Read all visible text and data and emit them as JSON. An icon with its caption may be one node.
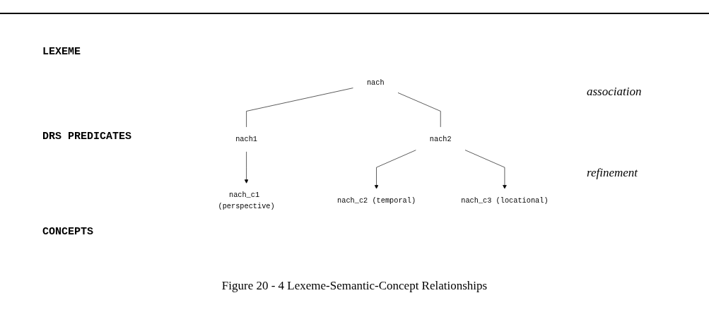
{
  "diagram": {
    "caption": "Figure 20 - 4 Lexeme-Semantic-Concept Relationships",
    "nodes": [
      {
        "text": [
          "nach"
        ]
      },
      {
        "text": [
          "nach1"
        ]
      },
      {
        "text": [
          "nach2"
        ]
      },
      {
        "text": [
          "nach_c1 (perspective)"
        ]
      },
      {
        "text": [
          "nach_c2 (temporal)"
        ]
      },
      {
        "text": [
          "nach_c3 (locational)"
        ]
      }
    ],
    "edges": [
      {
        "from": 0,
        "to": 1,
        "arrow": "none"
      },
      {
        "from": 0,
        "to": 2,
        "arrow": "none"
      },
      {
        "from": 1,
        "to": 3,
        "arrow": "to"
      },
      {
        "from": 2,
        "to": 4,
        "arrow": "to"
      },
      {
        "from": 2,
        "to": 5,
        "arrow": "to"
      }
    ],
    "labels": [
      "LEXEME",
      "DRS PREDICATES",
      "CONCEPTS",
      "association",
      "refinement"
    ]
  }
}
